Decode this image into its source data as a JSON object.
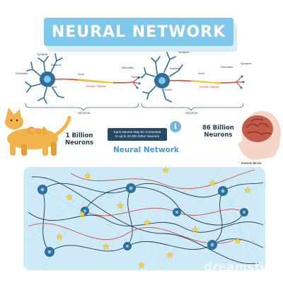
{
  "title": "NEURAL NETWORK",
  "neuron_labels": {
    "synapse": "Synapse",
    "nucleus": "Nucleus",
    "dendrites": "Dendrites",
    "axon": "Axon",
    "soma": "Soma",
    "neuron": "NEURON",
    "electric_signals": "Electric Signals"
  },
  "cat": {
    "label": "Cat",
    "count_line1": "1 Billion",
    "count_line2": "Neurons"
  },
  "human": {
    "count_line1": "86 Billion",
    "count_line2": "Neurons",
    "caption": "Human Brain"
  },
  "note": {
    "line1": "Each Neuron May be Connected",
    "line2": "to up to 10,000 Other Neurons"
  },
  "network_label": "Neural Network",
  "watermark": "dreamstime",
  "colors": {
    "title_bg": "#7fc8ec",
    "network_bg": "#cdeaf6",
    "neuron_body": "#2f6f99",
    "axon_red": "#d64a3c",
    "axon_yellow": "#f2cf39",
    "synapse_star": "#f7d23a",
    "cat_orange": "#f2b24c",
    "note_bg": "#274866",
    "network_label": "#3e9bd0"
  }
}
